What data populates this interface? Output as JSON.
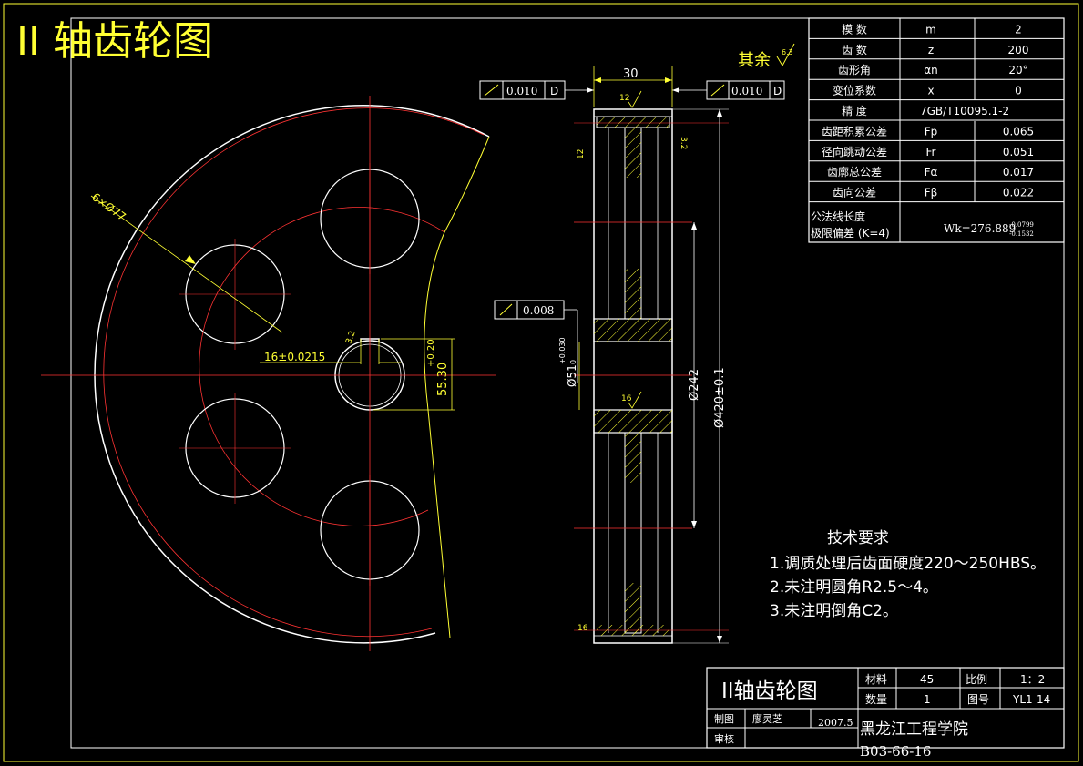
{
  "title": "II 轴齿轮图",
  "roughness_note": "其余",
  "roughness_symbol_value": "6.3",
  "colors": {
    "background": "#000000",
    "outline": "#ffffff",
    "dimension": "#ffff33",
    "centerline": "#ff3333",
    "table": "#ffffff",
    "hatch": "#ffff33"
  },
  "params": {
    "rows": [
      {
        "name": "模  数",
        "sym": "m",
        "val": "2"
      },
      {
        "name": "齿  数",
        "sym": "z",
        "val": "200"
      },
      {
        "name": "齿形角",
        "sym": "αn",
        "val": "20°"
      },
      {
        "name": "变位系数",
        "sym": "x",
        "val": "0"
      },
      {
        "name": "精  度",
        "sym": "",
        "val": "7GB/T10095.1-2"
      },
      {
        "name": "齿距积累公差",
        "sym": "Fp",
        "val": "0.065"
      },
      {
        "name": "径向跳动公差",
        "sym": "Fr",
        "val": "0.051"
      },
      {
        "name": "齿廓总公差",
        "sym": "Fα",
        "val": "0.017"
      },
      {
        "name": "齿向公差",
        "sym": "Fβ",
        "val": "0.022"
      }
    ],
    "wk_label_1": "公法线长度",
    "wk_label_2": "极限偏差 (K=4)",
    "wk_value": "Wk=276.889",
    "wk_upper": "-0.0799",
    "wk_lower": "-0.1532"
  },
  "dims": {
    "holes": "6×Ø77",
    "key_width": "16±0.0215",
    "key_depth": "55.30",
    "key_tol": "+0.20",
    "rough_key": "3.2",
    "width": "30",
    "bore": "Ø51",
    "bore_tol_up": "+0.030",
    "bore_tol_low": "0",
    "hub_dia": "Ø242",
    "tip_dia": "Ø420±0.1",
    "rough_12a": "12",
    "rough_12b": "12",
    "rough_32": "3.2",
    "rough_16a": "16",
    "rough_16b": "16",
    "tol1_value": "0.010",
    "tol1_datum": "D",
    "tol2_value": "0.010",
    "tol2_datum": "D",
    "tol3_value": "0.008"
  },
  "tech": {
    "heading": "技术要求",
    "items": [
      "1.调质处理后齿面硬度220～250HBS。",
      "2.未注明圆角R2.5～4。",
      "3.未注明倒角C2。"
    ]
  },
  "titleblock": {
    "name": "II轴齿轮图",
    "material_label": "材料",
    "material": "45",
    "scale_label": "比例",
    "scale": "1：2",
    "qty_label": "数量",
    "qty": "1",
    "drawing_no_label": "图号",
    "drawing_no": "YL1-14",
    "drawn_label": "制图",
    "drawn_by": "廖灵芝",
    "date": "2007.5",
    "check_label": "审核",
    "school": "黑龙江工程学院",
    "code": "B03-66-16"
  }
}
